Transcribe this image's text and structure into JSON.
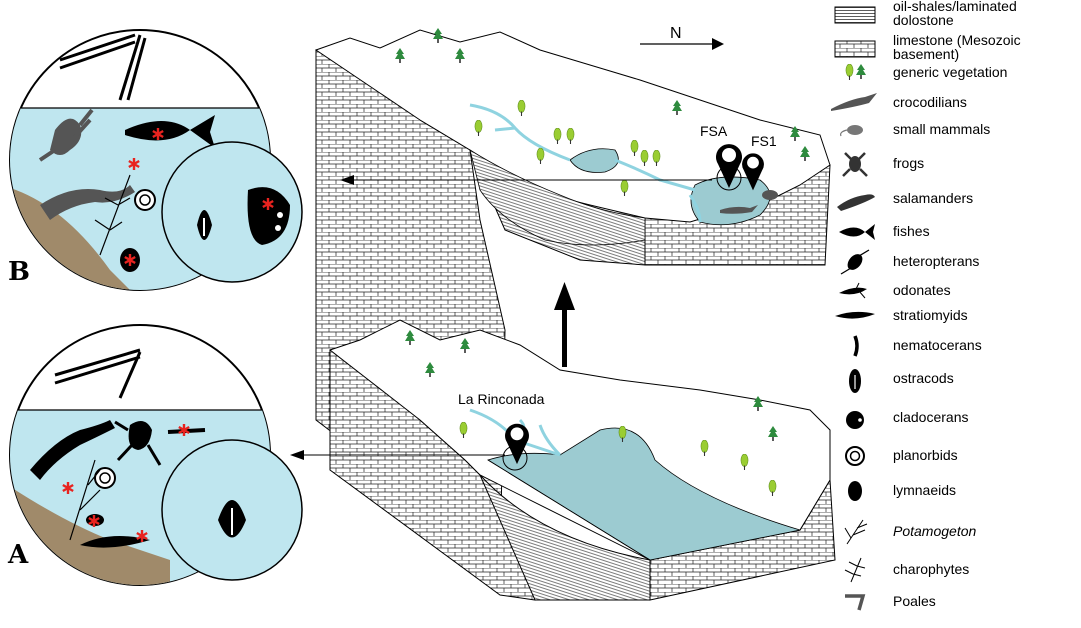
{
  "panels": {
    "a_letter": "A",
    "b_letter": "B"
  },
  "map_labels": {
    "north": "N",
    "fsa": "FSA",
    "fs1": "FS1",
    "la_rinconada": "La Rinconada"
  },
  "colors": {
    "water": "#bfe6ef",
    "lake": "#9ccbd1",
    "sediment": "#a08a6a",
    "animal": "#555555",
    "tree_dark": "#2e8b3e",
    "tree_light": "#9acd32",
    "asterisk": "#e8231f"
  },
  "legend": {
    "items": [
      {
        "label": "oil-shales/laminated dolostone",
        "icon": "laminated-pattern-icon",
        "italic": false
      },
      {
        "label": "limestone (Mesozoic basement)",
        "icon": "brick-pattern-icon",
        "italic": false
      },
      {
        "label": "generic vegetation",
        "icon": "tree-icon",
        "italic": false
      },
      {
        "label": "crocodilians",
        "icon": "crocodile-icon",
        "italic": false
      },
      {
        "label": "small mammals",
        "icon": "mouse-icon",
        "italic": false
      },
      {
        "label": "frogs",
        "icon": "frog-icon",
        "italic": false
      },
      {
        "label": "salamanders",
        "icon": "salamander-icon",
        "italic": false
      },
      {
        "label": "fishes",
        "icon": "fish-icon",
        "italic": false
      },
      {
        "label": "heteropterans",
        "icon": "water-bug-icon",
        "italic": false
      },
      {
        "label": "odonates",
        "icon": "dragonfly-larva-icon",
        "italic": false
      },
      {
        "label": "stratiomyids",
        "icon": "larva-icon",
        "italic": false
      },
      {
        "label": "nematocerans",
        "icon": "midge-larva-icon",
        "italic": false
      },
      {
        "label": "ostracods",
        "icon": "ostracod-icon",
        "italic": false
      },
      {
        "label": "cladocerans",
        "icon": "daphnia-icon",
        "italic": false
      },
      {
        "label": "planorbids",
        "icon": "spiral-snail-icon",
        "italic": false
      },
      {
        "label": "lymnaeids",
        "icon": "pond-snail-icon",
        "italic": false
      },
      {
        "label": "Potamogeton",
        "icon": "potamogeton-icon",
        "italic": true
      },
      {
        "label": "charophytes",
        "icon": "charophyte-icon",
        "italic": false
      },
      {
        "label": "Poales",
        "icon": "poales-icon",
        "italic": false
      }
    ]
  }
}
